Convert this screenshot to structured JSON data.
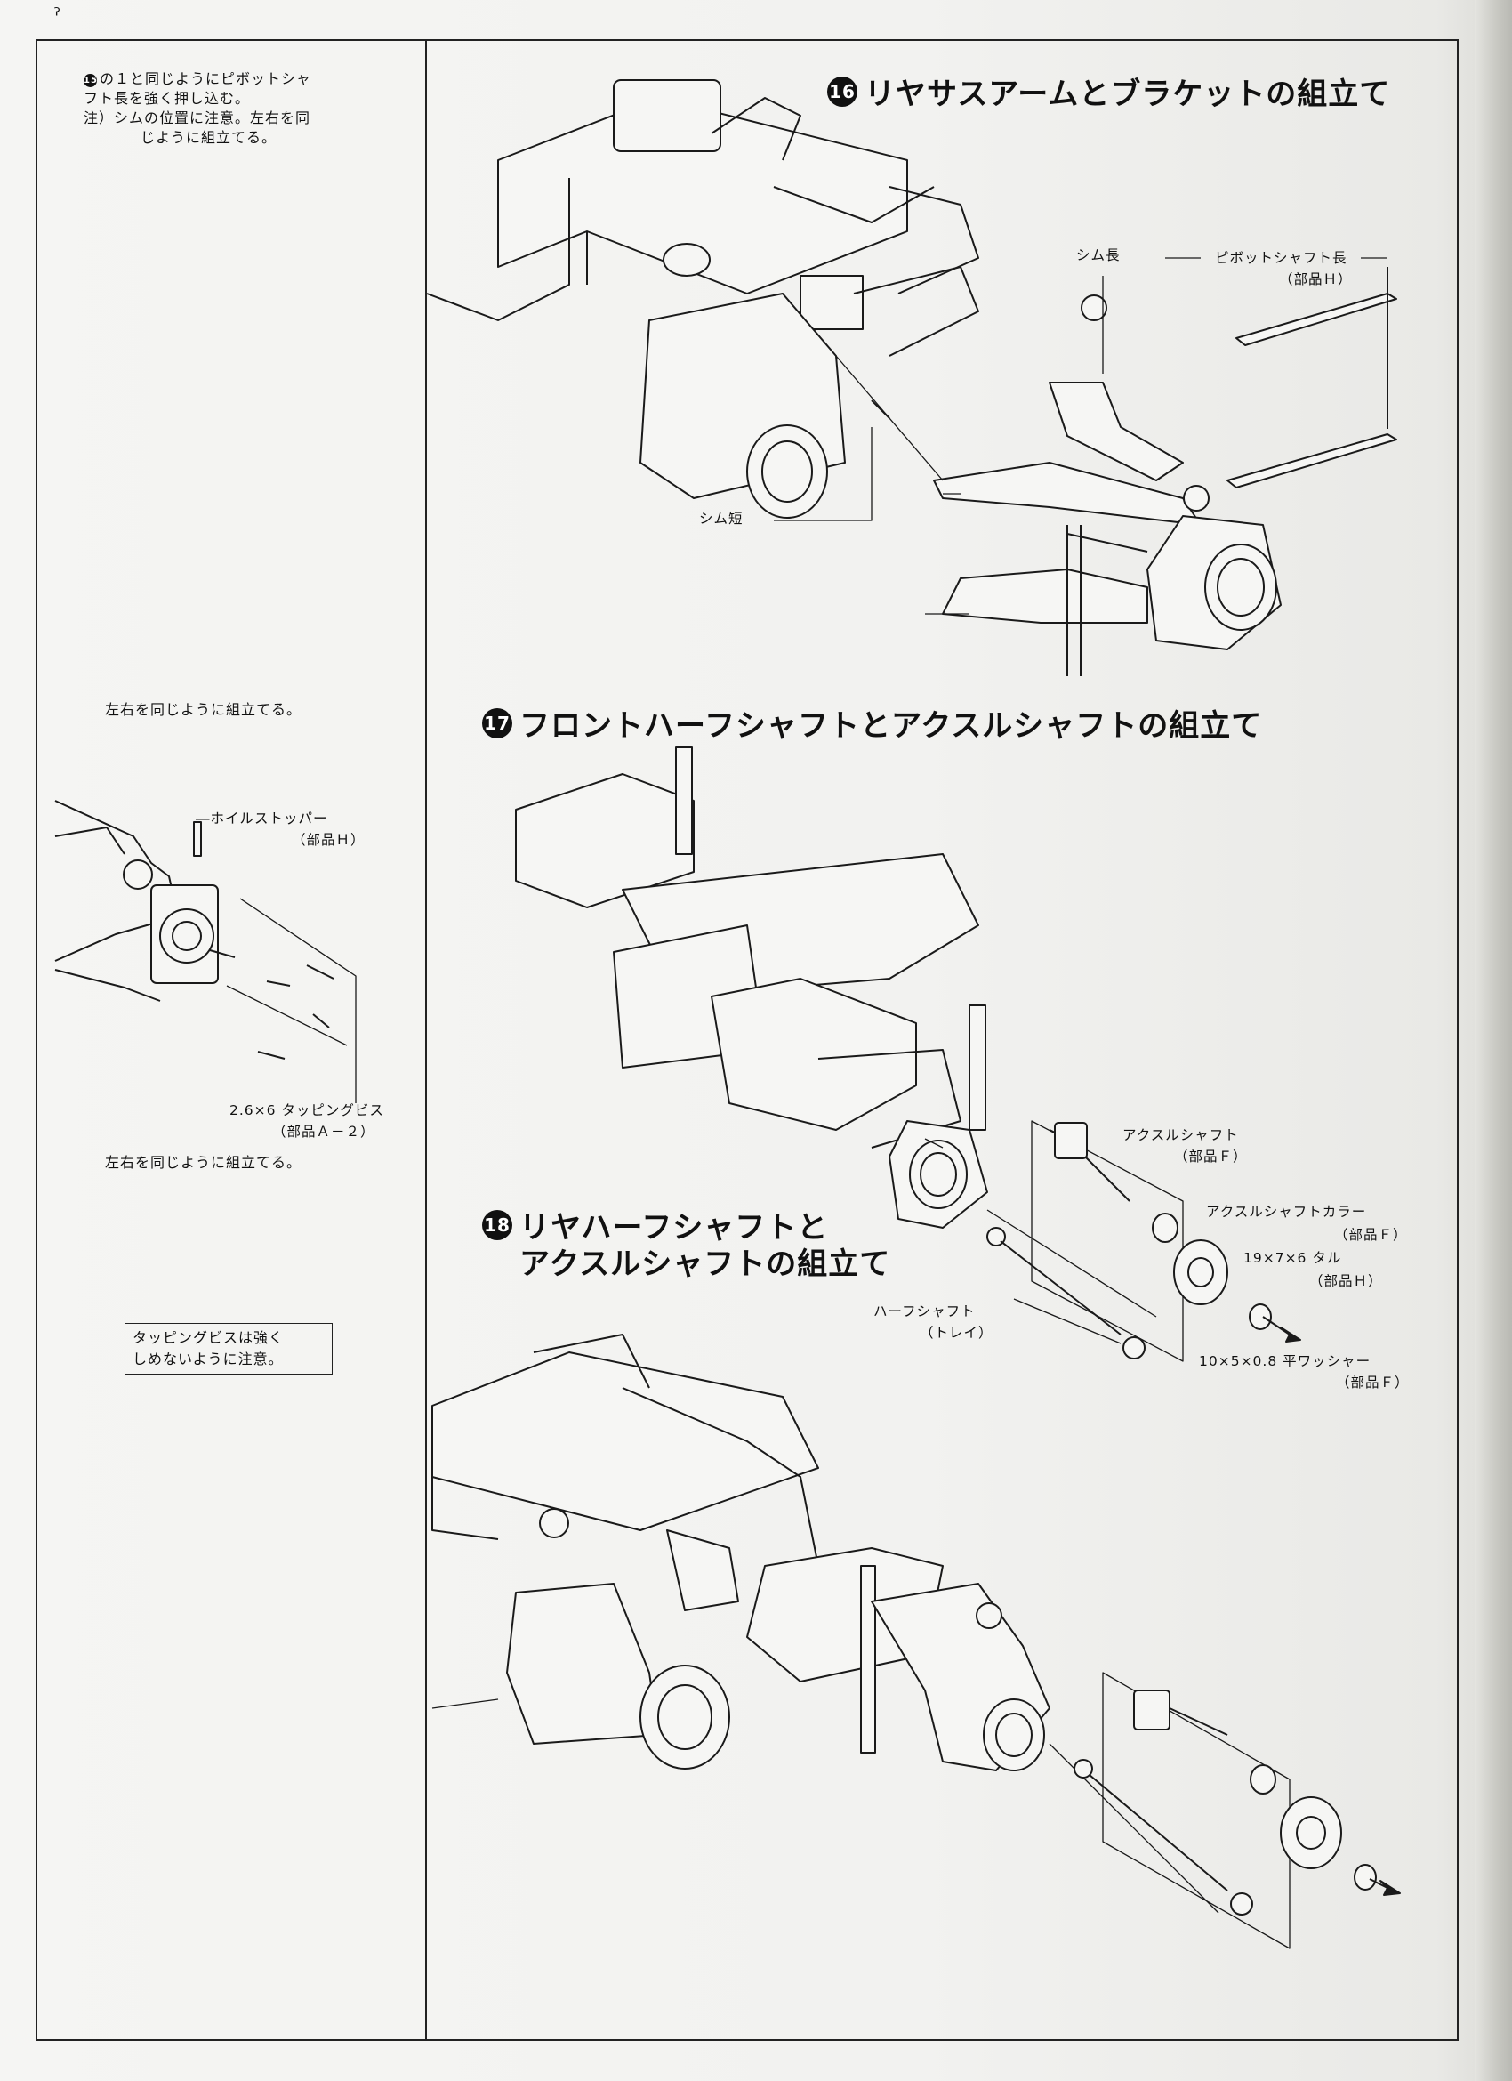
{
  "left_column": {
    "note_1_num": "15",
    "note_1_line1": "の１と同じようにピボットシャ",
    "note_1_line2": "フト長を強く押し込む。",
    "note_1_line3": "注）シムの位置に注意。左右を同",
    "note_1_line4": "じように組立てる。",
    "note_2": "左右を同じように組立てる。",
    "detail_label_1_line1": "―ホイルストッパー",
    "detail_label_1_line2": "（部品Ｈ）",
    "detail_label_2_line1": "2.6×6 タッピングビス",
    "detail_label_2_line2": "（部品Ａ－２）",
    "note_3": "左右を同じように組立てる。",
    "caution_line1": "タッピングビスは強く",
    "caution_line2": "しめないように注意。"
  },
  "step16": {
    "number": "16",
    "title": "リヤサスアームとブラケットの組立て",
    "label_shim_long": "シム長",
    "label_pivot_line1": "ピボットシャフト長",
    "label_pivot_line2": "（部品Ｈ）",
    "label_shim_short": "シム短"
  },
  "step17": {
    "number": "17",
    "title": "フロントハーフシャフトとアクスルシャフトの組立て",
    "label_axle_line1": "アクスルシャフト",
    "label_axle_line2": "（部品Ｆ）",
    "label_collar_line1": "アクスルシャフトカラー",
    "label_collar_line2": "（部品Ｆ）",
    "label_tire_line1": "19×7×6 タル",
    "label_tire_line2": "（部品Ｈ）",
    "label_half_line1": "ハーフシャフト",
    "label_half_line2": "（トレイ）",
    "label_washer_line1": "10×5×0.8 平ワッシャー",
    "label_washer_line2": "（部品Ｆ）"
  },
  "step18": {
    "number": "18",
    "title_line1": "リヤハーフシャフトと",
    "title_line2": "アクスルシャフトの組立て"
  }
}
